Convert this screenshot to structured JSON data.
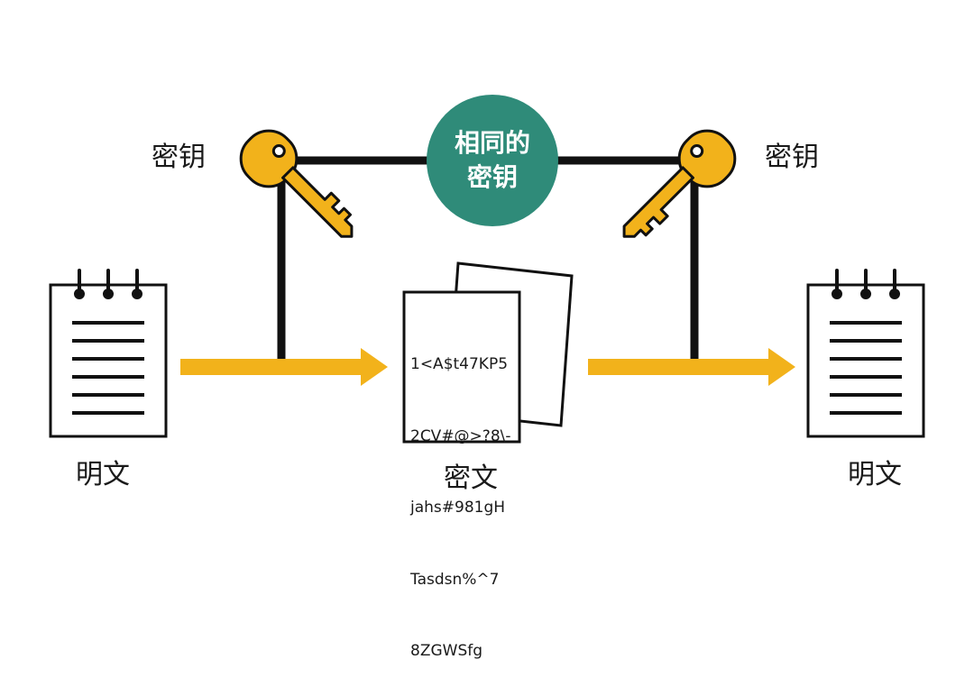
{
  "left_key": {
    "label": "密钥"
  },
  "right_key": {
    "label": "密钥"
  },
  "shared_key_badge": {
    "line1": "相同的",
    "line2": "密钥",
    "color": "#2f8b79"
  },
  "plaintext_left": {
    "label": "明文"
  },
  "ciphertext": {
    "label": "密文",
    "lines": [
      "1<A$t47KP5",
      "2CV#@>?8\\-",
      "jahs#981gH",
      "Tasdsn%^7",
      "8ZGWSfg"
    ]
  },
  "plaintext_right": {
    "label": "明文"
  },
  "colors": {
    "arrow": "#f2b21b",
    "key": "#f2b21b",
    "line": "#111111",
    "badge": "#2f8b79"
  },
  "icons": [
    "key-icon",
    "notepad-icon",
    "stacked-pages-icon",
    "arrow-right-icon"
  ]
}
